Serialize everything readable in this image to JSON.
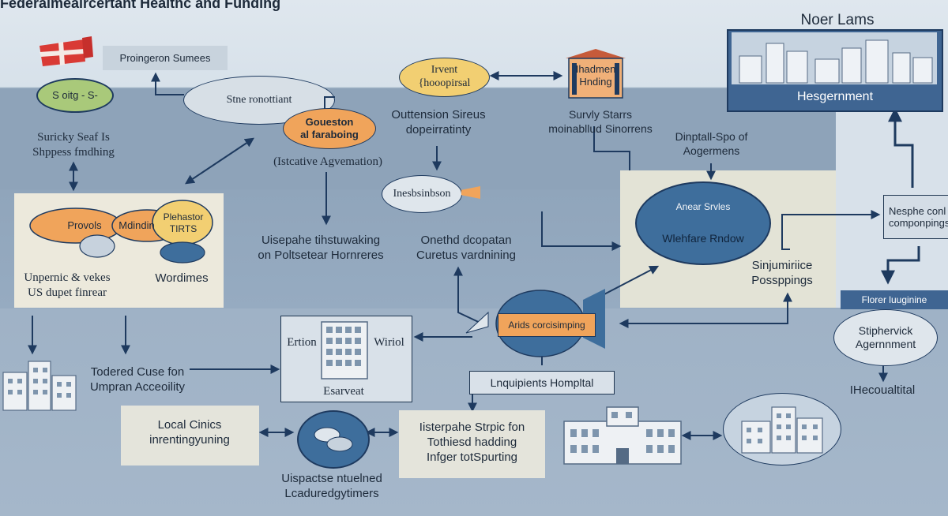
{
  "header": {
    "title": "Federalmealrcertant Healtnc and Funding",
    "top_right_title": "Noer Lams"
  },
  "nodes": {
    "preangeron": "Proingeron Sumees",
    "s_oitg": "S oitg - S-",
    "surichy": [
      "Suricky Seaf Is",
      "Shppess fmdhing"
    ],
    "stne": "Stne ronottiant",
    "goueston": [
      "Goueston",
      "al faraboing"
    ],
    "istcative": "(Istcative Agvemation)",
    "irvent": [
      "Irvent",
      "{hooopirsal"
    ],
    "hadmen": [
      "Ihadmen",
      "Hnding"
    ],
    "outtension": [
      "Outtension Sireus",
      "dopeirratinty"
    ],
    "survly": [
      "Survly Starrs",
      "moinabllud Sinorrens"
    ],
    "dinptall": [
      "Dinptall-Spo of",
      "Aogermens"
    ],
    "hesgernment": "Hesgernment",
    "provols": "Provols",
    "mdindin": "Mdindin",
    "plehastor": [
      "Plehastor",
      "TIRTS"
    ],
    "wordimes": "Wordimes",
    "unpernic": [
      "Unpernic & vekes",
      "US dupet finrear"
    ],
    "inesbsinbson": "Inesbsinbson",
    "uisepahe": [
      "Uisepahe tihstuwaking",
      "on Poltsetear Hornreres"
    ],
    "onethdo": [
      "Onethd dcopatan",
      "Curetus vardnining"
    ],
    "anear": [
      "Anear Srvles",
      "Wlehfare Rndow"
    ],
    "nesphe": [
      "Nesphe conl",
      "componpings"
    ],
    "sinjumiriice": [
      "Sinjumiriice",
      "Possppings"
    ],
    "florer": "Florer luuginine",
    "stiphervick": [
      "Stiphervick",
      "Agernnment"
    ],
    "ihecoualtital": "IHecoualtital",
    "arids": "Arids corcisimping",
    "ertion": "Ertion",
    "wiriol": "Wiriol",
    "esarveat": "Esarveat",
    "todered": [
      "Todered Cuse fon",
      "Umpran Acceoility"
    ],
    "lnquipients": "Lnquipients Hompltal",
    "local_clinics": [
      "Local Cinics",
      "inrentingyuning"
    ],
    "uispactse": [
      "Uispactse ntuelned",
      "Lcaduredgytimers"
    ],
    "iisterpahe": [
      "Iisterpahe Strpic fon",
      "Tothiesd hadding",
      "Infger totSpurting"
    ]
  },
  "colors": {
    "orange": "#f0a45b",
    "yellow": "#f2cf72",
    "green": "#a9c97a",
    "navy": "#1e3a5f",
    "ellipse_blue": "#3e6e9c",
    "panel": "#e4e4db",
    "flag_red": "#d93a35"
  }
}
